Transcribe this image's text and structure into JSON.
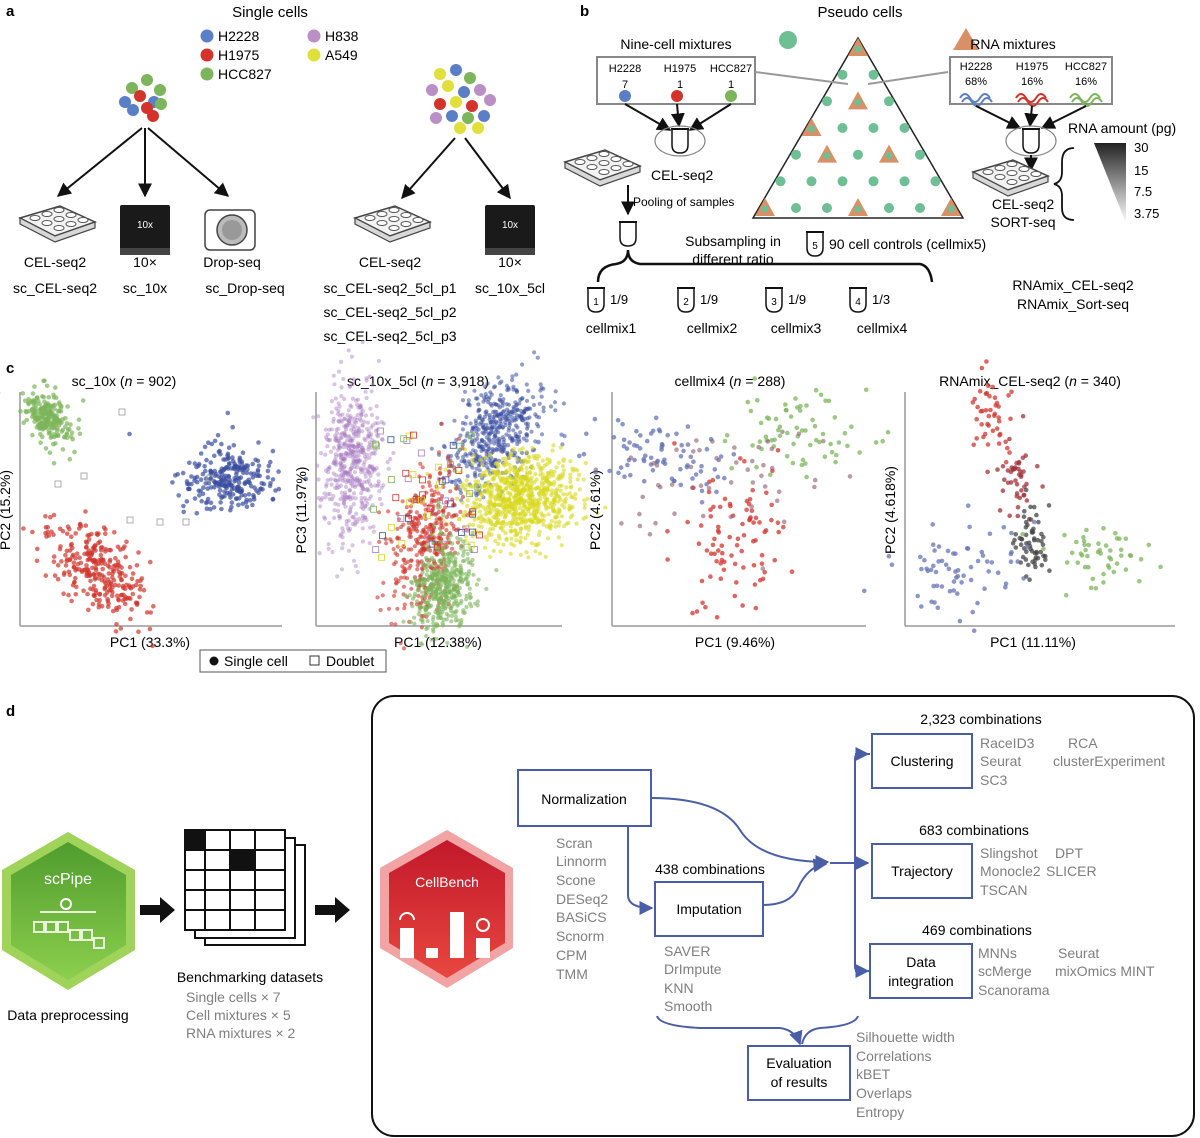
{
  "panel_labels": {
    "a": "a",
    "b": "b",
    "c": "c",
    "d": "d"
  },
  "panel_a": {
    "title": "Single cells",
    "legend": [
      {
        "name": "H2228",
        "color": "#5b7fc6"
      },
      {
        "name": "H1975",
        "color": "#d2342c"
      },
      {
        "name": "HCC827",
        "color": "#7cb55a"
      },
      {
        "name": "H838",
        "color": "#b98fc6"
      },
      {
        "name": "A549",
        "color": "#e1e03a"
      }
    ],
    "platforms_left": [
      "CEL-seq2",
      "10×",
      "Drop-seq"
    ],
    "datasets_left": [
      "sc_CEL-seq2",
      "sc_10x",
      "sc_Drop-seq"
    ],
    "platforms_right": [
      "CEL-seq2",
      "10×"
    ],
    "datasets_right_cel": [
      "sc_CEL-seq2_5cl_p1",
      "sc_CEL-seq2_5cl_p2",
      "sc_CEL-seq2_5cl_p3"
    ],
    "datasets_right_10x": "sc_10x_5cl",
    "device_text": "10x"
  },
  "panel_b": {
    "title": "Pseudo cells",
    "nine_cell_title": "Nine-cell mixtures",
    "nine_cell": [
      {
        "name": "H2228",
        "count": "7",
        "color": "#5b7fc6"
      },
      {
        "name": "H1975",
        "count": "1",
        "color": "#d2342c"
      },
      {
        "name": "HCC827",
        "count": "1",
        "color": "#7cb55a"
      }
    ],
    "rna_mix_title": "RNA mixtures",
    "rna_mix": [
      {
        "name": "H2228",
        "pct": "68%",
        "color": "#5b7fc6"
      },
      {
        "name": "H1975",
        "pct": "16%",
        "color": "#d2342c"
      },
      {
        "name": "HCC827",
        "pct": "16%",
        "color": "#7cb55a"
      }
    ],
    "celseq2_label": "CEL-seq2",
    "pooling": "Pooling of samples",
    "subsampling": [
      "Subsampling in",
      "different ratio"
    ],
    "cellmix5": "90 cell controls (cellmix5)",
    "tubes": [
      {
        "n": "1",
        "ratio": "1/9",
        "name": "cellmix1"
      },
      {
        "n": "2",
        "ratio": "1/9",
        "name": "cellmix2"
      },
      {
        "n": "3",
        "ratio": "1/9",
        "name": "cellmix3"
      },
      {
        "n": "4",
        "ratio": "1/3",
        "name": "cellmix4"
      },
      {
        "n": "5"
      }
    ],
    "rna_amount_title": "RNA amount (pg)",
    "rna_amounts": [
      "30",
      "15",
      "7.5",
      "3.75"
    ],
    "protocols": [
      "CEL-seq2",
      "SORT-seq"
    ],
    "rna_datasets": [
      "RNAmix_CEL-seq2",
      "RNAmix_Sort-seq"
    ],
    "colors": {
      "pseudo_dot": "#6fbf95",
      "rna_triangle": "#d99066"
    }
  },
  "panel_c": {
    "legend": {
      "single": "Single cell",
      "doublet": "Doublet"
    },
    "plots": [
      {
        "pre": "sc_10x (",
        "italic": "n",
        "post": " = 902)",
        "xlabel": "PC1 (33.3%)",
        "ylabel": "PC2 (15.2%)"
      },
      {
        "pre": "sc_10x_5cl (",
        "italic": "n",
        "post": " = 3,918)",
        "xlabel": "PC1 (12.38%)",
        "ylabel": "PC3 (11.97%)"
      },
      {
        "pre": "cellmix4 (",
        "italic": "n",
        "post": " = 288)",
        "xlabel": "PC1 (9.46%)",
        "ylabel": "PC2 (4.61%)"
      },
      {
        "pre": "RNAmix_CEL-seq2 (",
        "italic": "n",
        "post": " = 340)",
        "xlabel": "PC1 (11.11%)",
        "ylabel": "PC2 (4.618%)"
      }
    ]
  },
  "panel_d": {
    "scpipe": "scPipe",
    "preprocessing": "Data preprocessing",
    "datasets_title": "Benchmarking datasets",
    "datasets": [
      "Single cells × 7",
      "Cell mixtures × 5",
      "RNA mixtures × 2"
    ],
    "cellbench": "CellBench",
    "normalization": "Normalization",
    "norm_methods": [
      "Scran",
      "Linnorm",
      "Scone",
      "DESeq2",
      "BASiCS",
      "Scnorm",
      "CPM",
      "TMM"
    ],
    "imputation": "Imputation",
    "imp_combos": "438 combinations",
    "imp_methods": [
      "SAVER",
      "DrImpute",
      "KNN",
      "Smooth"
    ],
    "clustering": "Clustering",
    "clust_combos": "2,323 combinations",
    "clust_methods_a": [
      "RaceID3",
      "Seurat",
      "SC3"
    ],
    "clust_methods_b": [
      "RCA",
      "clusterExperiment"
    ],
    "trajectory": "Trajectory",
    "traj_combos": "683 combinations",
    "traj_methods_a": [
      "Slingshot",
      "Monocle2",
      "TSCAN"
    ],
    "traj_methods_b": [
      "DPT",
      "SLICER"
    ],
    "integration": [
      "Data",
      "integration"
    ],
    "int_combos": "469 combinations",
    "int_methods_a": [
      "MNNs",
      "scMerge",
      "Scanorama"
    ],
    "int_methods_b": [
      "Seurat",
      "mixOmics MINT"
    ],
    "evaluation": [
      "Evaluation",
      "of results"
    ],
    "eval_metrics": [
      "Silhouette width",
      "Correlations",
      "kBET",
      "Overlaps",
      "Entropy"
    ]
  }
}
